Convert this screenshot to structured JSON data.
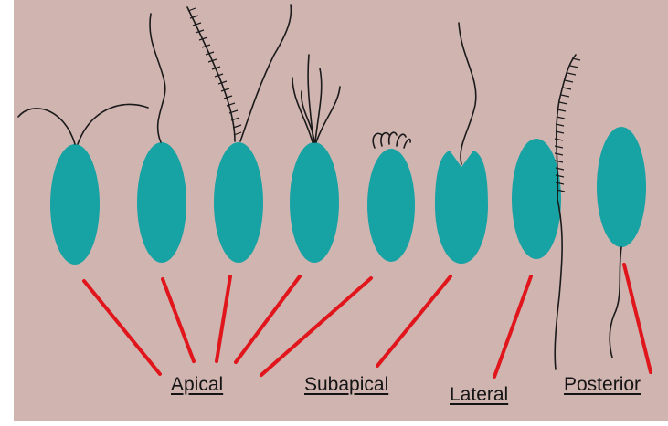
{
  "colors": {
    "background": "#d0b4b0",
    "page_margin": "#ffffff",
    "cell_body": "#17a2a4",
    "flagellum": "#1a1a1a",
    "pointer_line": "#e0161c",
    "label_text": "#141414"
  },
  "labels": {
    "apical": "Apical",
    "subapical": "Subapical",
    "lateral": "Lateral",
    "posterior": "Posterior"
  },
  "cells": [
    {
      "id": 1,
      "flagella": "two-lateral-whip",
      "group": "apical"
    },
    {
      "id": 2,
      "flagella": "single-whip",
      "group": "apical"
    },
    {
      "id": 3,
      "flagella": "tinsel-and-whip",
      "group": "apical"
    },
    {
      "id": 4,
      "flagella": "tuft",
      "group": "apical"
    },
    {
      "id": 5,
      "flagella": "crown",
      "group": "apical"
    },
    {
      "id": 6,
      "flagella": "notch-single",
      "group": "subapical"
    },
    {
      "id": 7,
      "flagella": "lateral-tinsel-and-whip",
      "group": "lateral"
    },
    {
      "id": 8,
      "flagella": "posterior-whip",
      "group": "posterior"
    }
  ]
}
